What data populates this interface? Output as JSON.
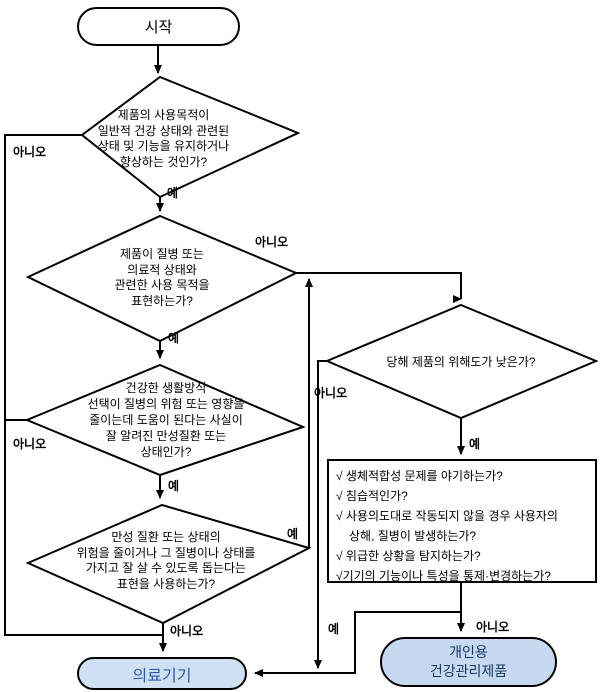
{
  "diagram": {
    "start": {
      "label": "시작"
    },
    "decisions": [
      {
        "id": "d1",
        "text": "제품의 사용목적이\n일반적 건강 상태와 관련된\n상태 및 기능을 유지하거나\n향상하는 것인가?"
      },
      {
        "id": "d2",
        "text": "제품이 질병 또는\n의료적 상태와\n관련한 사용 목적을\n표현하는가?"
      },
      {
        "id": "d3",
        "text": "건강한 생활방식\n선택이 질병의 위험 또는 영향을\n줄이는데 도움이 된다는 사실이\n잘 알려진 만성질환 또는\n상태인가?"
      },
      {
        "id": "d4",
        "text": "만성 질환 또는 상태의\n위험을 줄이거나 그 질병이나 상태를\n가지고 잘 살 수 있도록 돕는다는\n표현을 사용하는가?"
      },
      {
        "id": "d5",
        "text": "당해 제품의 위해도가 낮은가?"
      }
    ],
    "checklist": {
      "items": [
        "√ 생체적합성 문제를 야기하는가?",
        "√ 침습적인가?",
        "√ 사용의도대로 작동되지 않을 경우 사용자의\n상해, 질병이 발생하는가?",
        "√ 위급한 상황을 탐지하는가?",
        "√기기의 기능이나 특성을 통제·변경하는가?"
      ]
    },
    "terminals": {
      "medical_device": "의료기기",
      "personal_health": "개인용\n건강관리제품"
    },
    "labels": {
      "d1_no": "아니오",
      "d1_yes": "예",
      "d2_no": "아니오",
      "d2_yes": "예",
      "d3_no": "아니오",
      "d3_yes": "예",
      "d4_yes": "예",
      "d4_no": "아니오",
      "d5_no": "아니오",
      "d5_yes": "예",
      "check_yes": "예",
      "check_no": "아니오"
    },
    "colors": {
      "line": "#000000",
      "terminal_fill": "#cfe0f3",
      "medical_text": "#2E5BAD",
      "personal_text": "#17375E"
    }
  }
}
